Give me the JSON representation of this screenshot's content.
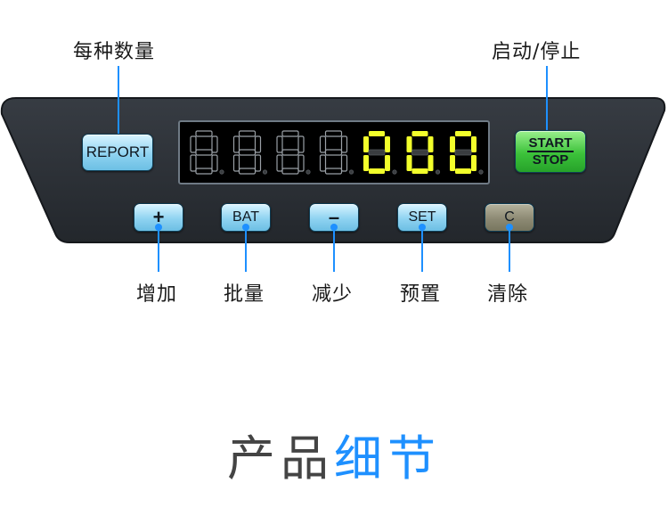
{
  "callouts": {
    "report": "每种数量",
    "start_stop": "启动/停止",
    "plus": "增加",
    "bat": "批量",
    "minus": "减少",
    "set": "预置",
    "clear": "清除"
  },
  "buttons": {
    "report": "REPORT",
    "start": "START",
    "stop": "STOP",
    "plus": "+",
    "bat": "BAT",
    "minus": "–",
    "set": "SET",
    "clear": "C"
  },
  "display": {
    "digits_white": [
      "8",
      "8",
      "8",
      "8"
    ],
    "digits_yellow": [
      "0",
      "0",
      "0"
    ]
  },
  "section_title": {
    "part1": "产品",
    "part2": "细节"
  },
  "colors": {
    "accent": "#1e90ff",
    "panel": "#2b2f35",
    "display_lit": "#f2ff2b",
    "display_dim": "#3a3d40"
  }
}
